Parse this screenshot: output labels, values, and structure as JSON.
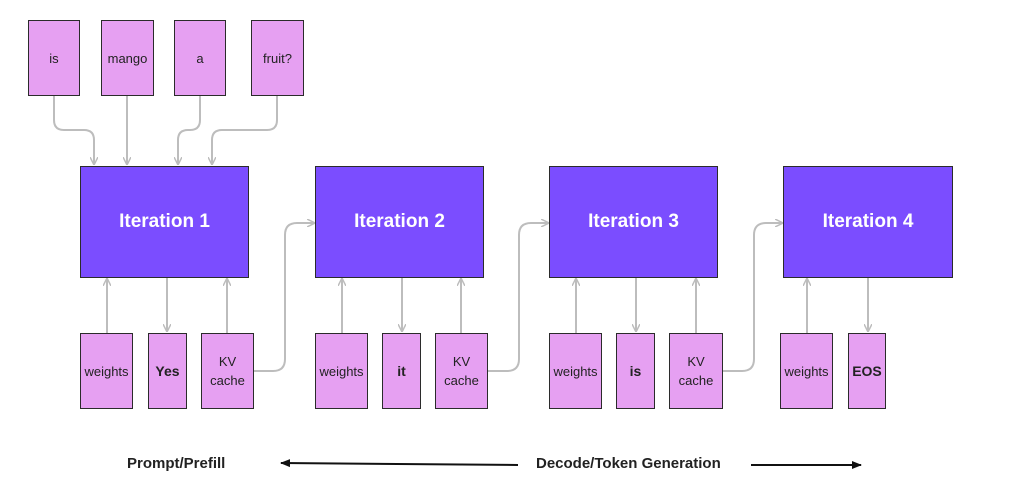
{
  "prompt_tokens": [
    "is",
    "mango",
    "a",
    "fruit?"
  ],
  "iterations": [
    {
      "title": "Iteration 1",
      "weights": "weights",
      "output": "Yes",
      "kv": [
        "KV",
        "cache"
      ]
    },
    {
      "title": "Iteration 2",
      "weights": "weights",
      "output": "it",
      "kv": [
        "KV",
        "cache"
      ]
    },
    {
      "title": "Iteration 3",
      "weights": "weights",
      "output": "is",
      "kv": [
        "KV",
        "cache"
      ]
    },
    {
      "title": "Iteration 4",
      "weights": "weights",
      "output": "EOS"
    }
  ],
  "captions": {
    "prefill": "Prompt/Prefill",
    "decode": "Decode/Token Generation"
  },
  "colors": {
    "iteration_fill": "#7b4dff",
    "token_fill": "#e6a0f2",
    "connector": "#bdbdbd",
    "border": "#2b2b2b"
  }
}
